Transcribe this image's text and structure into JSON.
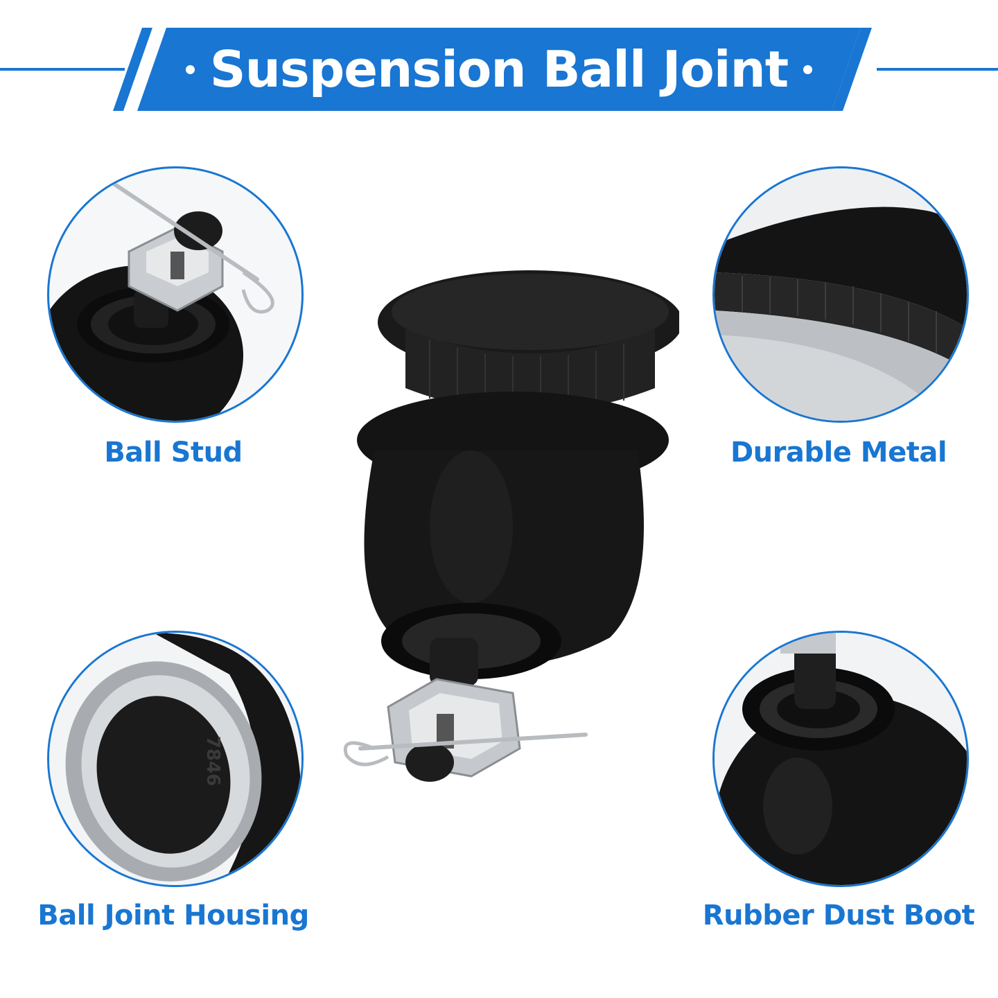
{
  "title": "Suspension Ball Joint",
  "colors": {
    "accent": "#1976d2",
    "rubber": "#1a1a1a",
    "metal": "#c8ccd0"
  },
  "features": [
    {
      "label": "Ball Stud",
      "icon": "ball-stud-closeup"
    },
    {
      "label": "Durable Metal",
      "icon": "durable-metal-closeup"
    },
    {
      "label": "Ball Joint Housing",
      "icon": "housing-closeup"
    },
    {
      "label": "Rubber Dust Boot",
      "icon": "dust-boot-closeup"
    }
  ],
  "housing_marking": "7846"
}
